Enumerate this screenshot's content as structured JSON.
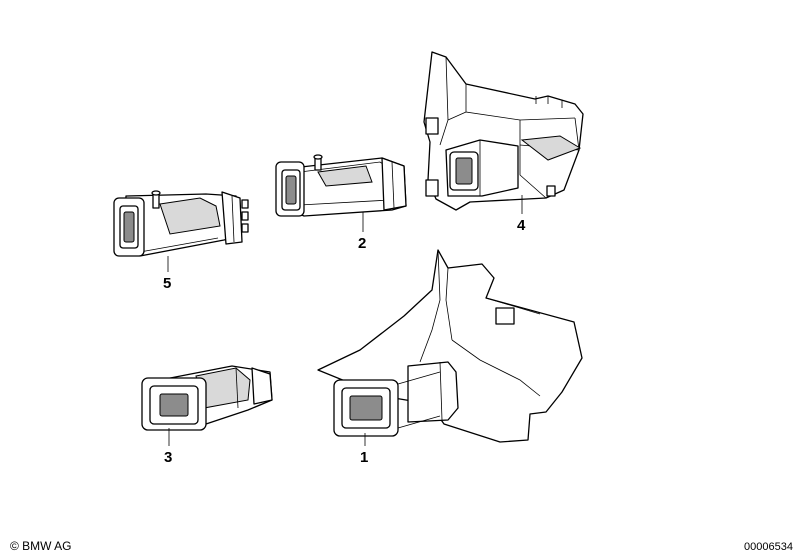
{
  "parts": [
    {
      "id": "1",
      "label": "1"
    },
    {
      "id": "2",
      "label": "2"
    },
    {
      "id": "3",
      "label": "3"
    },
    {
      "id": "4",
      "label": "4"
    },
    {
      "id": "5",
      "label": "5"
    }
  ],
  "footer": {
    "copyright": "© BMW AG",
    "drawing_number": "00006534"
  }
}
